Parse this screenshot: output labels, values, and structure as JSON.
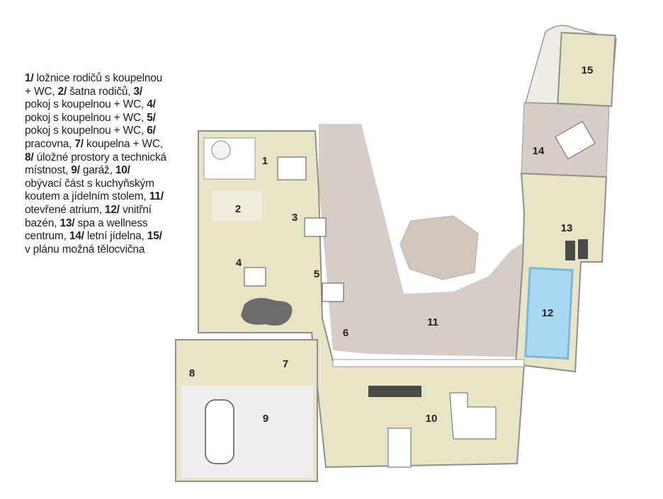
{
  "legend": [
    {
      "num": "1/",
      "text": " ložnice rodičů s koupelnou + WC,"
    },
    {
      "num": "2/",
      "text": " šatna rodičů,"
    },
    {
      "num": "3/",
      "text": " pokoj s koupelnou + WC,"
    },
    {
      "num": "4/",
      "text": " pokoj s koupelnou + WC,"
    },
    {
      "num": "5/",
      "text": " pokoj s koupelnou + WC,"
    },
    {
      "num": "6/",
      "text": " pracovna,"
    },
    {
      "num": "7/",
      "text": " koupelna + WC,"
    },
    {
      "num": "8/",
      "text": " úložné prostory a technická místnost,"
    },
    {
      "num": "9/",
      "text": " garáž,"
    },
    {
      "num": "10/",
      "text": " obývací část s kuchyňským koutem a jídelním stolem,"
    },
    {
      "num": "11/",
      "text": " otevřené atrium,"
    },
    {
      "num": "12/",
      "text": " vnitřní bazén,"
    },
    {
      "num": "13/",
      "text": " spa a wellness centrum,"
    },
    {
      "num": "14/",
      "text": " letní jídelna,"
    },
    {
      "num": "15/",
      "text": " v plánu možná tělocvična"
    }
  ],
  "rooms": {
    "r1": "1",
    "r2": "2",
    "r3": "3",
    "r4": "4",
    "r5": "5",
    "r6": "6",
    "r7": "7",
    "r8": "8",
    "r9": "9",
    "r10": "10",
    "r11": "11",
    "r12": "12",
    "r13": "13",
    "r14": "14",
    "r15": "15"
  },
  "colors": {
    "interior": "#e8e4c6",
    "terrace": "#d6cdc6",
    "wall": "#8e8e8e",
    "pool": "#a9d8f2",
    "garage": "#efefef"
  }
}
